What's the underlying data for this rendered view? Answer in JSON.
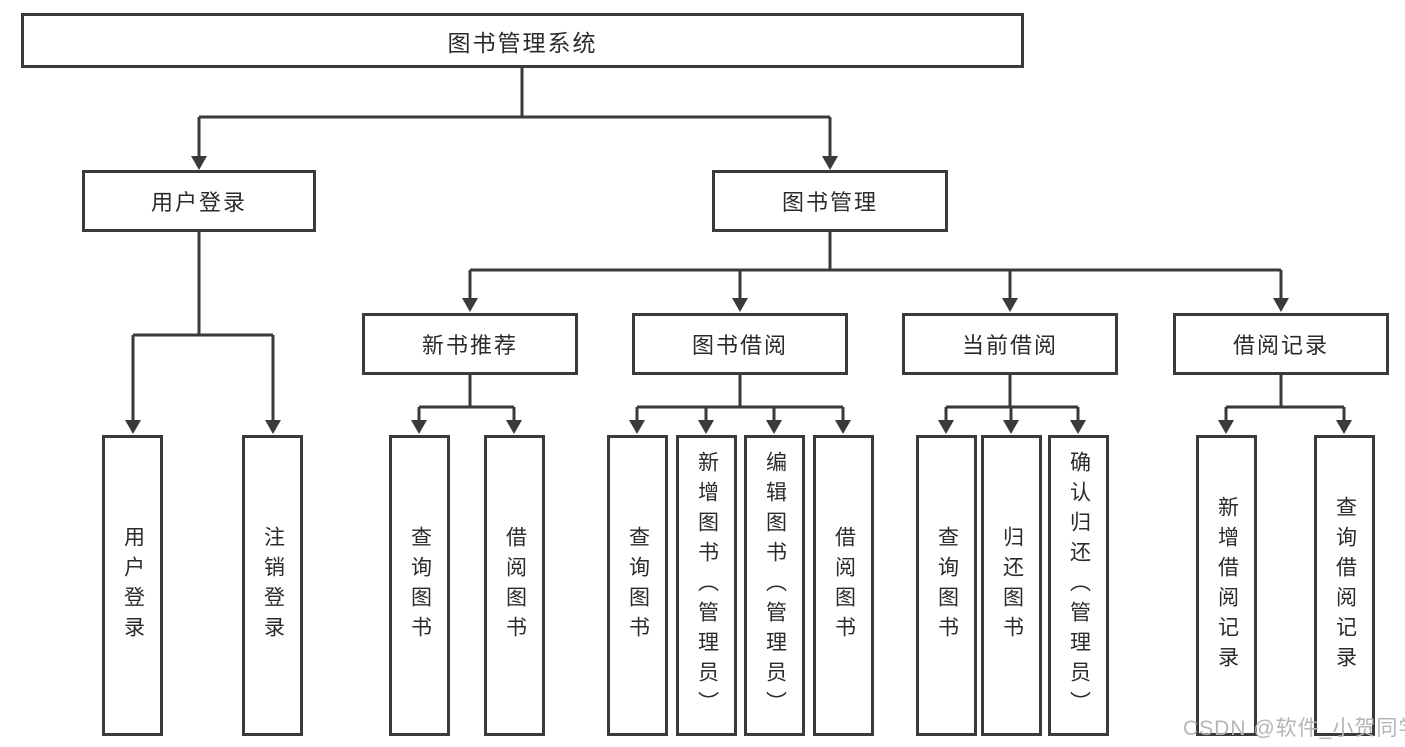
{
  "colors": {
    "line": "#3a3a3a",
    "text": "#2b2b2b",
    "watermark": "#b5b5b5",
    "background": "#ffffff"
  },
  "watermark": {
    "text": "CSDN @软件_小贺同学"
  },
  "tree": {
    "label": "图书管理系统",
    "children": [
      {
        "label": "用户登录",
        "children": [
          {
            "label": "用户登录"
          },
          {
            "label": "注销登录"
          }
        ]
      },
      {
        "label": "图书管理",
        "children": [
          {
            "label": "新书推荐",
            "children": [
              {
                "label": "查询图书"
              },
              {
                "label": "借阅图书"
              }
            ]
          },
          {
            "label": "图书借阅",
            "children": [
              {
                "label": "查询图书"
              },
              {
                "label": "新增图书（管理员）"
              },
              {
                "label": "编辑图书（管理员）"
              },
              {
                "label": "借阅图书"
              }
            ]
          },
          {
            "label": "当前借阅",
            "children": [
              {
                "label": "查询图书"
              },
              {
                "label": "归还图书"
              },
              {
                "label": "确认归还（管理员）"
              }
            ]
          },
          {
            "label": "借阅记录",
            "children": [
              {
                "label": "新增借阅记录"
              },
              {
                "label": "查询借阅记录"
              }
            ]
          }
        ]
      }
    ]
  }
}
